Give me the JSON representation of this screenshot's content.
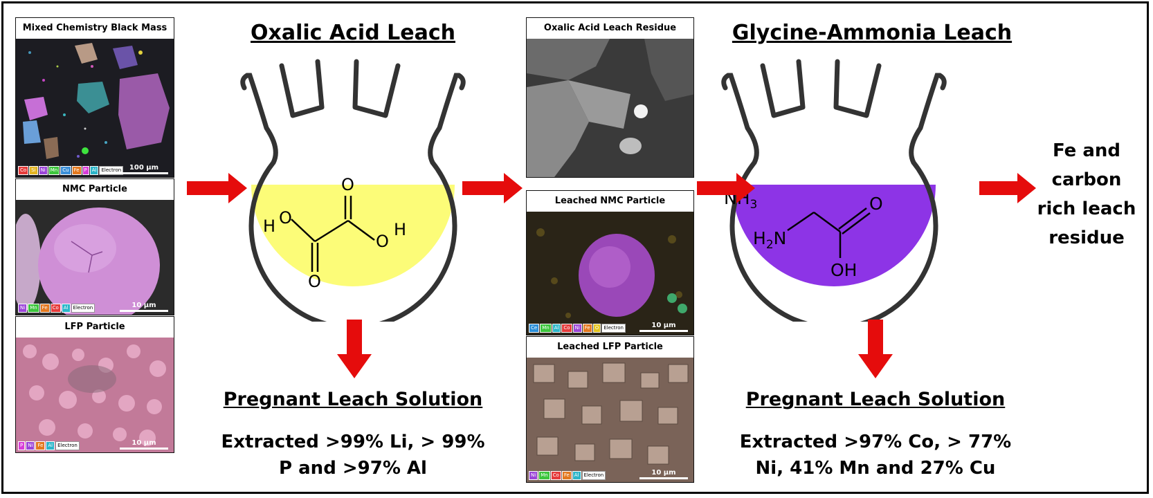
{
  "panels": {
    "black_mass": {
      "title": "Mixed Chemistry Black Mass",
      "scale": "100 μm",
      "elements": [
        "Co",
        "Si",
        "Ni",
        "Mn",
        "Cu",
        "Fe",
        "P",
        "Al",
        "Electron"
      ]
    },
    "nmc": {
      "title": "NMC Particle",
      "scale": "10 μm",
      "elements": [
        "Ni",
        "Mn",
        "Fe",
        "Co",
        "Al",
        "Electron"
      ]
    },
    "lfp": {
      "title": "LFP Particle",
      "scale": "10 μm",
      "elements": [
        "P",
        "Ni",
        "Fe",
        "Al",
        "Electron"
      ]
    },
    "oxalic_residue": {
      "title": "Oxalic Acid Leach Residue"
    },
    "leached_nmc": {
      "title": "Leached NMC Particle",
      "scale": "10 μm",
      "elements": [
        "Ce",
        "Mn",
        "Al",
        "Co",
        "Ni",
        "Fe",
        "O",
        "Electron"
      ]
    },
    "leached_lfp": {
      "title": "Leached LFP Particle",
      "scale": "10 μm",
      "elements": [
        "Ni",
        "Mn",
        "Co",
        "Fe",
        "Al",
        "Electron"
      ]
    }
  },
  "stage1": {
    "title": "Oxalic Acid Leach",
    "product_title": "Pregnant Leach Solution",
    "result_line1": "Extracted >99% Li, > 99%",
    "result_line2": "P and >97% Al",
    "liquid_color": "#fcfc78",
    "molecule": {
      "h_left": "H",
      "o_left": "O",
      "o_top": "O",
      "o_right": "O",
      "h_right": "H",
      "o_bottom": "O"
    }
  },
  "stage2": {
    "title": "Glycine-Ammonia Leach",
    "product_title": "Pregnant Leach Solution",
    "result_line1": "Extracted >97% Co, > 77%",
    "result_line2": "Ni, 41% Mn and 27% Cu",
    "liquid_color": "#8d34e6",
    "molecule": {
      "nh3": "NH",
      "nh3_sub": "3",
      "h2n_h": "H",
      "h2n_sub": "2",
      "h2n_n": "N",
      "o_top": "O",
      "oh": "OH"
    }
  },
  "residue_output": {
    "line1": "Fe and",
    "line2": "carbon",
    "line3": "rich leach",
    "line4": "residue"
  },
  "colors": {
    "arrow": "#e50c0c",
    "outline": "#333333"
  }
}
